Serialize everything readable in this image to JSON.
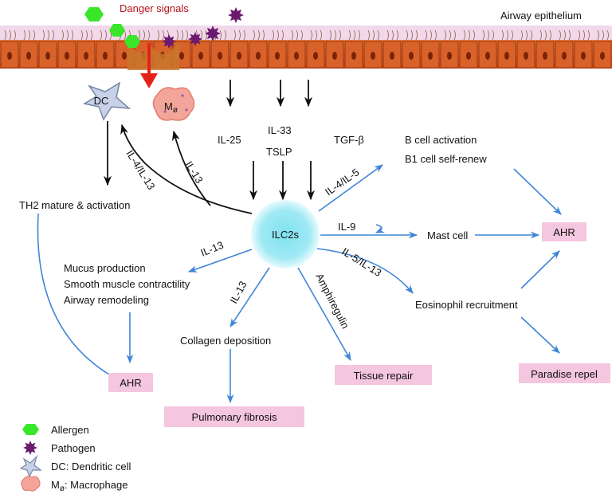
{
  "top": {
    "danger_signals": "Danger signals",
    "airway_epithelium": "Airway epithelium"
  },
  "cells": {
    "dc": "DC",
    "macrophage_main": "M",
    "macrophage_sub": "ø",
    "ilc2": "ILC2s"
  },
  "cytokines": {
    "il25": "IL-25",
    "il33": "IL-33",
    "tslp": "TSLP",
    "tgfb": "TGF-β",
    "il4_il13": "IL-4/IL-13",
    "il13_mac": "IL-13",
    "il4_il5": "IL-4/IL-5",
    "il9": "IL-9",
    "il5_il13": "IL-5/IL-13",
    "il13_left": "IL-13",
    "il13_collagen": "IL-13",
    "amphiregulin": "Amphiregulin"
  },
  "outcomes": {
    "th2": "TH2 mature & activation",
    "b_cell_activation": "B cell activation",
    "b1_self_renew": "B1 cell self-renew",
    "mast_cell": "Mast cell",
    "eosinophil": "Eosinophil  recruitment",
    "mucus": "Mucus production",
    "smooth_muscle": "Smooth muscle contractility",
    "airway_remodeling": "Airway remodeling",
    "collagen": "Collagen deposition"
  },
  "boxes": {
    "ahr_right": "AHR",
    "ahr_left": "AHR",
    "tissue_repair": "Tissue repair",
    "paradise_repel": "Paradise repel",
    "pulmonary_fibrosis": "Pulmonary fibrosis"
  },
  "legend": {
    "allergen": "Allergen",
    "pathogen": "Pathogen",
    "dc": "DC: Dendritic cell",
    "macrophage_main": "M",
    "macrophage_sub": "ø",
    "macrophage_rest": ": Macrophage"
  },
  "colors": {
    "arrow_blue": "#3f86d6",
    "danger_red": "#e3231b",
    "box_pink": "#f5c6df",
    "allergen_green": "#39e62a",
    "pathogen_purple": "#6a1b6e",
    "epithelium_orange": "#d2541c"
  }
}
